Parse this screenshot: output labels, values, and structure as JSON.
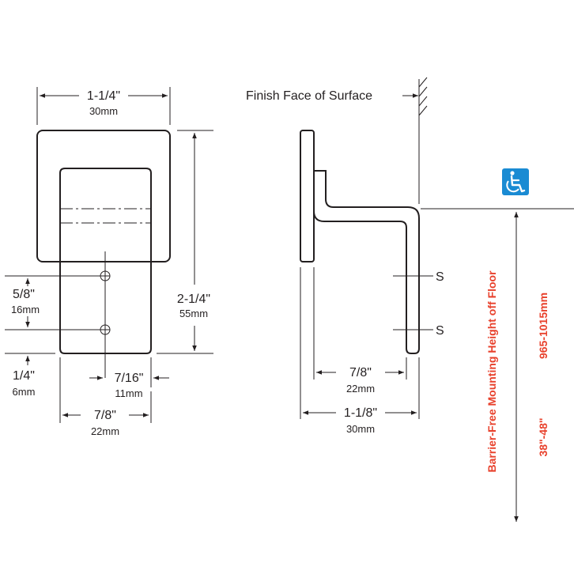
{
  "front_view": {
    "top_width": {
      "imperial": "1-1/4\"",
      "metric": "30mm"
    },
    "overall_height": {
      "imperial": "2-1/4\"",
      "metric": "55mm"
    },
    "hole_spacing": {
      "imperial": "5/8\"",
      "metric": "16mm"
    },
    "bottom_offset": {
      "imperial": "1/4\"",
      "metric": "6mm"
    },
    "hole_offset": {
      "imperial": "7/16\"",
      "metric": "11mm"
    },
    "bottom_width": {
      "imperial": "7/8\"",
      "metric": "22mm"
    }
  },
  "side_view": {
    "finish_face_label": "Finish Face of Surface",
    "screw_label_1": "S",
    "screw_label_2": "S",
    "projection": {
      "imperial": "7/8\"",
      "metric": "22mm"
    },
    "overall_depth": {
      "imperial": "1-1/8\"",
      "metric": "30mm"
    }
  },
  "mounting": {
    "accessibility_symbol": "wheelchair-icon",
    "title": "Barrier-Free Mounting Height off Floor",
    "imperial": "38\"-48\"",
    "metric": "965-1015mm",
    "accent_color": "#e8412c",
    "icon_color": "#1a8bd3"
  }
}
